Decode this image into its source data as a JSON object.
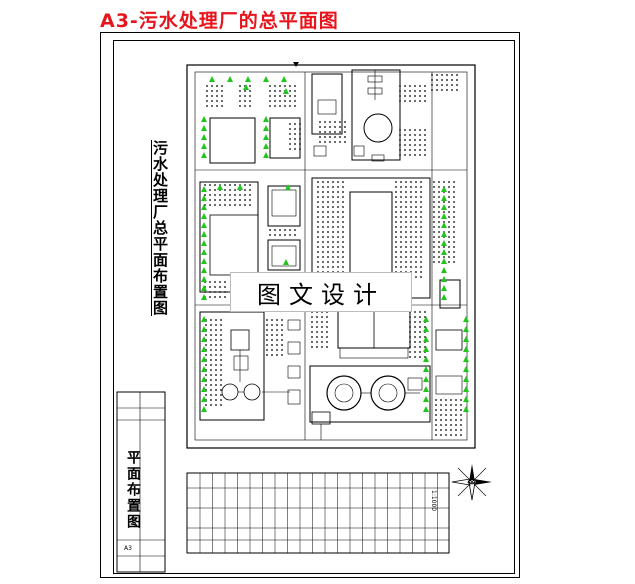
{
  "title": "A3-污水处理厂的总平面图",
  "watermark_text": "图文设计",
  "drawing_title_vertical": "污水处理厂总平面布置图",
  "title_block": {
    "name": "平面布置图",
    "small_label": "A3"
  },
  "scale_text": "1:1000",
  "colors": {
    "title": "#e8141c",
    "tree": "#22c41e",
    "line": "#000000",
    "background": "#ffffff"
  },
  "icons": [
    "north-arrow-icon",
    "tree-icon",
    "tank-icon"
  ]
}
